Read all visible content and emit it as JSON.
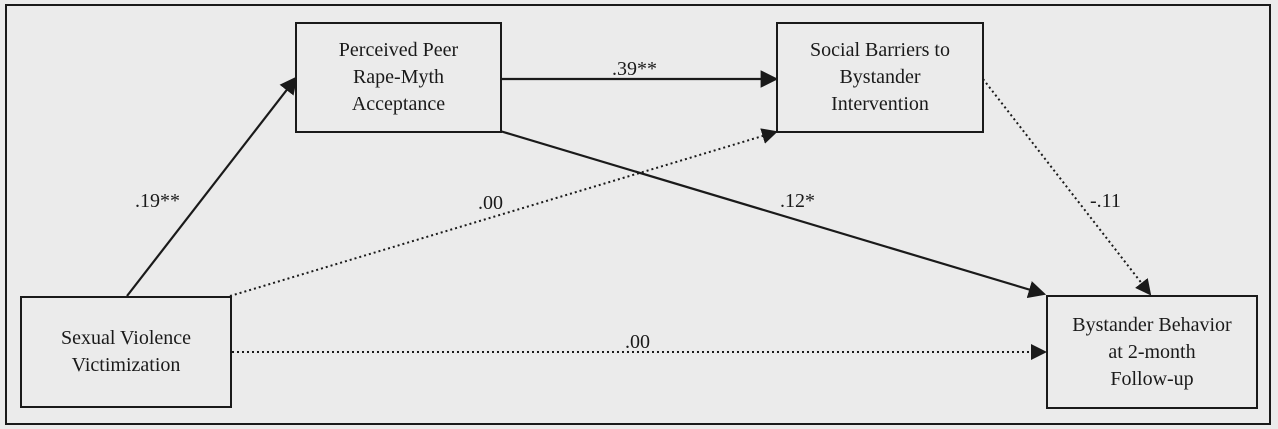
{
  "diagram": {
    "nodes": {
      "victimization": {
        "lines": [
          "Sexual Violence",
          "Victimization"
        ]
      },
      "peer_rma": {
        "lines": [
          "Perceived Peer",
          "Rape-Myth",
          "Acceptance"
        ]
      },
      "social_barriers": {
        "lines": [
          "Social Barriers to",
          "Bystander",
          "Intervention"
        ]
      },
      "bystander_behavior": {
        "lines": [
          "Bystander Behavior",
          "at 2-month",
          "Follow-up"
        ]
      }
    },
    "paths": [
      {
        "from": "victimization",
        "to": "peer_rma",
        "coefficient": ".19**",
        "style": "solid"
      },
      {
        "from": "peer_rma",
        "to": "social_barriers",
        "coefficient": ".39**",
        "style": "solid"
      },
      {
        "from": "victimization",
        "to": "social_barriers",
        "coefficient": ".00",
        "style": "dotted"
      },
      {
        "from": "peer_rma",
        "to": "bystander_behavior",
        "coefficient": ".12*",
        "style": "solid"
      },
      {
        "from": "social_barriers",
        "to": "bystander_behavior",
        "coefficient": "-.11",
        "style": "dotted"
      },
      {
        "from": "victimization",
        "to": "bystander_behavior",
        "coefficient": ".00",
        "style": "dotted"
      }
    ],
    "colors": {
      "background": "#ebebeb",
      "ink": "#1a1a1a"
    }
  }
}
